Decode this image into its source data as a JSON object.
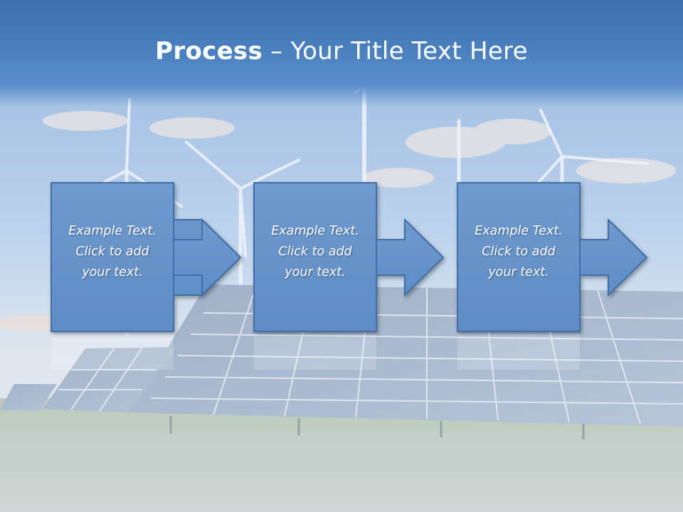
{
  "slide": {
    "title_strong": "Process",
    "title_rest": " – Your Title Text Here"
  },
  "steps": [
    {
      "lines": [
        "Example Text.",
        "Click  to add",
        "your text."
      ]
    },
    {
      "lines": [
        "Example Text.",
        "Click  to add",
        "your text."
      ]
    },
    {
      "lines": [
        "Example Text.",
        "Click  to add",
        "your text."
      ]
    }
  ],
  "colors": {
    "header": "#4a7fbe",
    "box_fill": "#6a96c9",
    "box_border": "#3f6ea8"
  }
}
